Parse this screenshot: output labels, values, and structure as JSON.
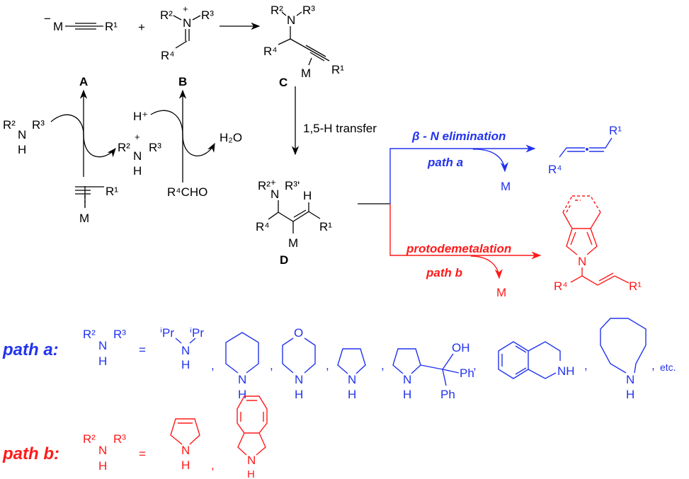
{
  "colors": {
    "main": "#000000",
    "path_a": "#2233ee",
    "path_b": "#ff1a1a"
  },
  "top": {
    "minus": "−",
    "metal": "M",
    "r1": "R¹",
    "plus": "+",
    "iminium": {
      "r2": "R²",
      "plus": "+",
      "n": "N",
      "r3": "R³",
      "r4": "R⁴"
    }
  },
  "c": {
    "r2": "R²",
    "n": "N",
    "r3": "R³",
    "r4": "R⁴",
    "metal": "M",
    "r1": "R¹",
    "label": "C"
  },
  "cycle": {
    "label_a": "A",
    "label_b": "B",
    "amine": {
      "r2": "R²",
      "n": "N",
      "r3": "R³",
      "h": "H"
    },
    "ammonium": {
      "r2": "R²",
      "plus": "+",
      "n": "N",
      "r3": "R³",
      "h": "H"
    },
    "proton": "H⁺",
    "water": "H₂O",
    "aldehyde": "R⁴CHO",
    "alkyne": {
      "r1": "R¹",
      "metal": "M"
    }
  },
  "transfer": "1,5-H transfer",
  "d": {
    "r2": "R²",
    "plus": "+",
    "n": "N",
    "r3": "R³'",
    "h": "H",
    "r4": "R⁴",
    "r1": "R¹",
    "metal": "M",
    "label": "D"
  },
  "branch_a": {
    "title": "β - N elimination",
    "path": "path a",
    "metal": "M",
    "r1": "R¹",
    "r4": "R⁴"
  },
  "branch_b": {
    "title": "protodemetalation",
    "path": "path b",
    "metal": "M",
    "n": "N",
    "r1": "R¹",
    "r4": "R⁴"
  },
  "row_a": {
    "label": "path a:",
    "r2": "R²",
    "n": "N",
    "r3": "R³",
    "h": "H",
    "eq": "=",
    "ipr1": "ⁱPr",
    "ipr2": "ⁱPr",
    "n_ipr": "N",
    "h_ipr": "H",
    "o": "O",
    "oh": "OH",
    "ph1": "Ph",
    "ph2": "Ph",
    "nh": "NH",
    "comma": ",",
    "etc": "etc."
  },
  "row_b": {
    "label": "path b:",
    "r2": "R²",
    "n": "N",
    "r3": "R³",
    "h": "H",
    "eq": "=",
    "comma": ","
  }
}
